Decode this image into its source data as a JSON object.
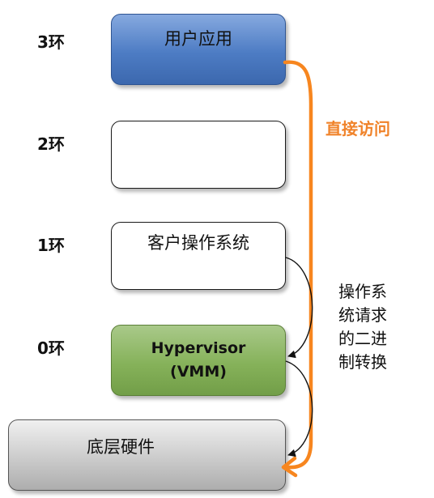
{
  "rings": [
    {
      "label": "3环"
    },
    {
      "label": "2环"
    },
    {
      "label": "1环"
    },
    {
      "label": "0环"
    }
  ],
  "boxes": {
    "user_app": "用户应用",
    "ring2": "",
    "guest_os": "客户操作系统",
    "hypervisor": "Hypervisor\n(VMM)",
    "hardware": "底层硬件"
  },
  "annotations": {
    "direct_access": "直接访问",
    "binary_translation": "操作系\n统请求\n的二进\n制转换"
  },
  "colors": {
    "user_app_fill": "#4d7cc4",
    "hypervisor_fill": "#86b25a",
    "hardware_fill": "#c8c8c8",
    "direct_arrow": "#f7861f",
    "translate_arrow": "#111111"
  }
}
